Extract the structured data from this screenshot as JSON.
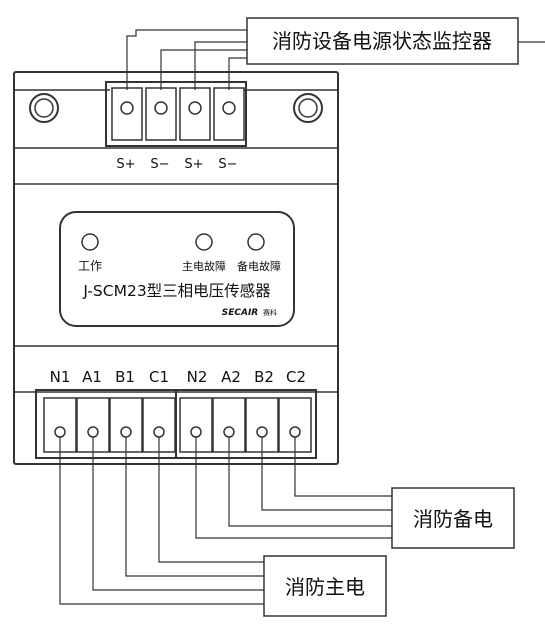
{
  "callouts": {
    "monitor": "消防设备电源状态监控器",
    "backup_power": "消防备电",
    "main_power": "消防主电"
  },
  "top_terminal_labels": [
    "S+",
    "S−",
    "S+",
    "S−"
  ],
  "indicators": [
    {
      "label": "工作"
    },
    {
      "label": "主电故障"
    },
    {
      "label": "备电故障"
    }
  ],
  "device": {
    "model": "J-SCM23型三相电压传感器",
    "brand": "SECAIR",
    "brand_cn": "赛科"
  },
  "bottom_terminal_labels": [
    "N1",
    "A1",
    "B1",
    "C1",
    "N2",
    "A2",
    "B2",
    "C2"
  ],
  "colors": {
    "line": "#222222",
    "body": "#ffffff",
    "panel_stroke": "#333333"
  }
}
